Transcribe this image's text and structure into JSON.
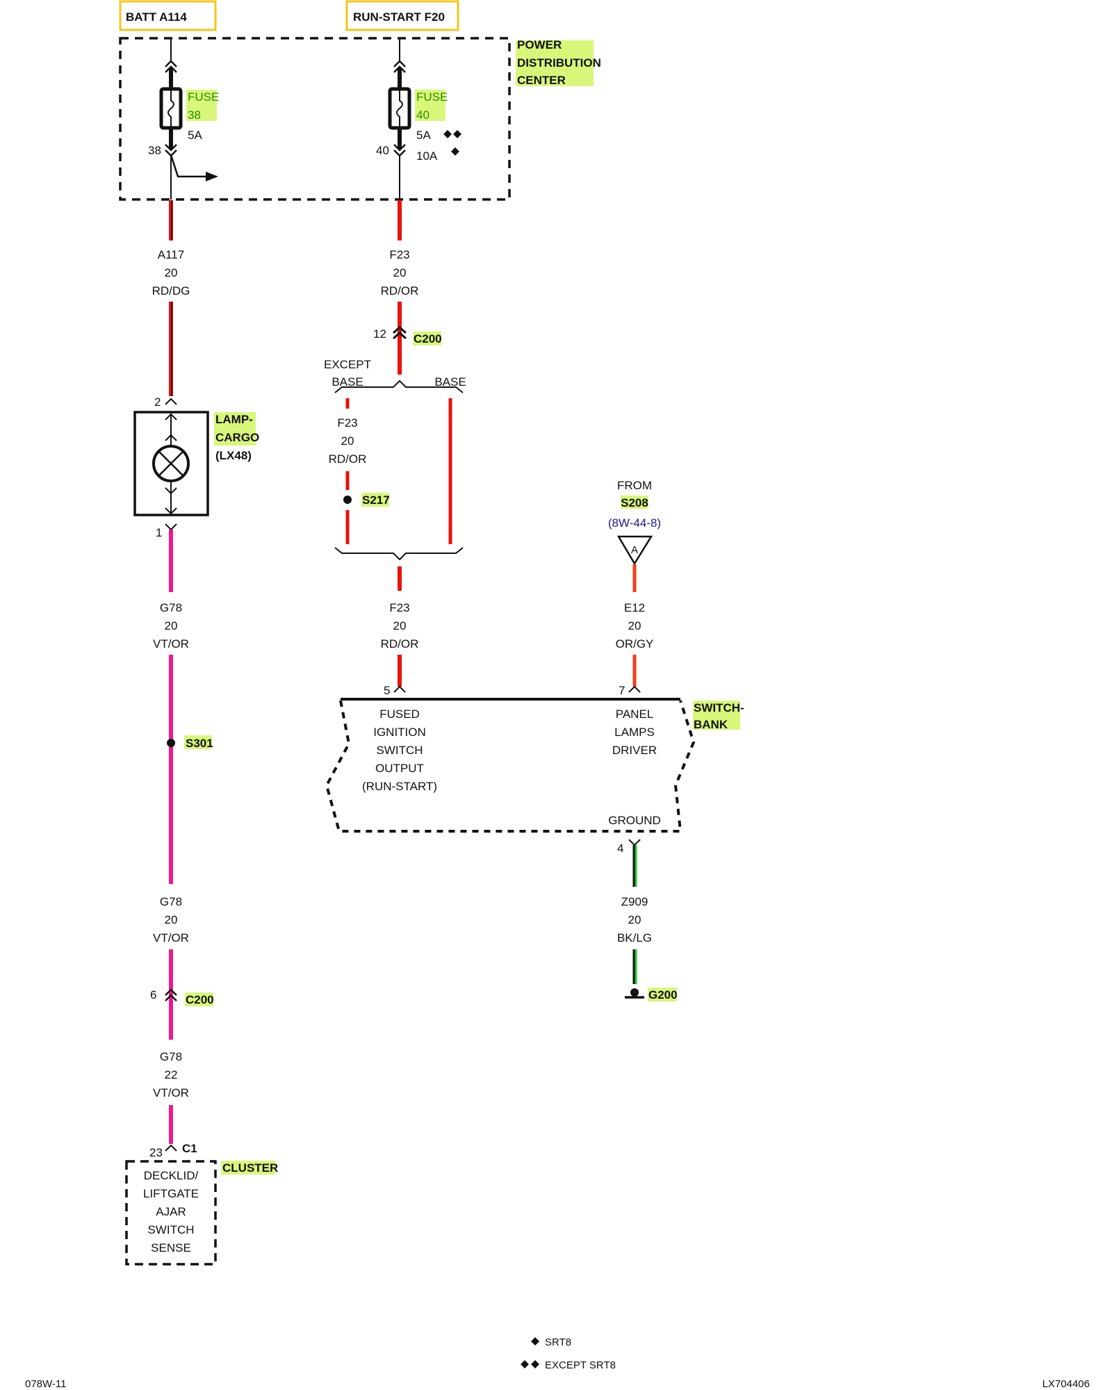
{
  "sources": {
    "batt": "BATT A114",
    "run_start": "RUN-START F20"
  },
  "pdc": {
    "label_lines": [
      "POWER",
      "DISTRIBUTION",
      "CENTER"
    ],
    "fuse38": {
      "label": "FUSE",
      "number": "38",
      "rating": "5A",
      "cavity": "38"
    },
    "fuse40": {
      "label": "FUSE",
      "number": "40",
      "rating_a": "5A",
      "rating_b": "10A",
      "cavity": "40"
    }
  },
  "wires": {
    "a117": {
      "circuit": "A117",
      "gauge": "20",
      "color": "RD/DG"
    },
    "f23_top": {
      "circuit": "F23",
      "gauge": "20",
      "color": "RD/OR"
    },
    "f23_except": {
      "circuit": "F23",
      "gauge": "20",
      "color": "RD/OR"
    },
    "f23_bottom": {
      "circuit": "F23",
      "gauge": "20",
      "color": "RD/OR"
    },
    "g78_a": {
      "circuit": "G78",
      "gauge": "20",
      "color": "VT/OR"
    },
    "g78_b": {
      "circuit": "G78",
      "gauge": "20",
      "color": "VT/OR"
    },
    "g78_c": {
      "circuit": "G78",
      "gauge": "22",
      "color": "VT/OR"
    },
    "e12": {
      "circuit": "E12",
      "gauge": "20",
      "color": "OR/GY"
    },
    "z909": {
      "circuit": "Z909",
      "gauge": "20",
      "color": "BK/LG"
    }
  },
  "wire_colors": {
    "red": "#e8120c",
    "magenta": "#ee1a8c",
    "orange_red": "#f0401a",
    "green": "#22c42a",
    "black": "#111111",
    "highlight": "#d8f77a",
    "label_border": "#f5c518"
  },
  "connectors": {
    "c200_top": {
      "name": "C200",
      "pin": "12"
    },
    "c200_bottom": {
      "name": "C200",
      "pin": "6"
    },
    "lamp_pin_top": "2",
    "lamp_pin_bottom": "1",
    "switchbank_pin_5": "5",
    "switchbank_pin_7": "7",
    "switchbank_pin_4": "4",
    "cluster_pin": "23",
    "cluster_conn": "C1"
  },
  "branch": {
    "except_line1": "EXCEPT",
    "except_line2": "BASE",
    "base": "BASE"
  },
  "splices": {
    "s217": "S217",
    "s301": "S301"
  },
  "lamp": {
    "label_lines": [
      "LAMP-",
      "CARGO"
    ],
    "code": "(LX48)"
  },
  "from_ref": {
    "from": "FROM",
    "splice": "S208",
    "page_ref": "(8W-44-8)",
    "marker": "A"
  },
  "switchbank": {
    "label_lines": [
      "SWITCH-",
      "BANK"
    ],
    "left_lines": [
      "FUSED",
      "IGNITION",
      "SWITCH",
      "OUTPUT",
      "(RUN-START)"
    ],
    "right_lines": [
      "PANEL",
      "LAMPS",
      "DRIVER"
    ],
    "ground": "GROUND"
  },
  "ground": {
    "name": "G200"
  },
  "cluster": {
    "label": "CLUSTER",
    "lines": [
      "DECKLID/",
      "LIFTGATE",
      "AJAR",
      "SWITCH",
      "SENSE"
    ]
  },
  "legend": {
    "single": "SRT8",
    "double": "EXCEPT SRT8"
  },
  "footer": {
    "page_id": "078W-11",
    "drawing_id": "LX704406"
  }
}
